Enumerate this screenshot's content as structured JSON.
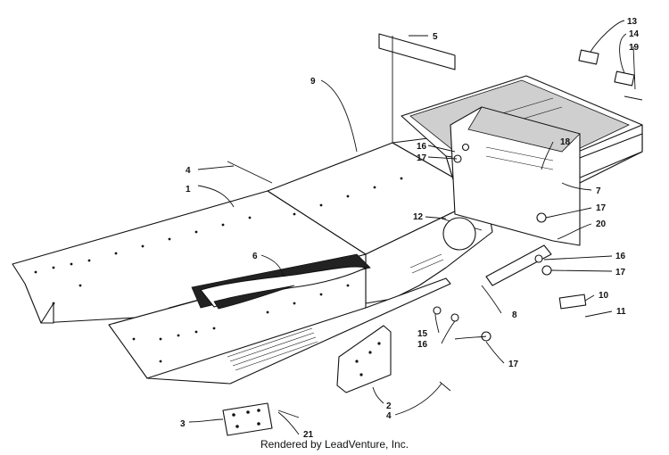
{
  "diagram": {
    "callouts": [
      "1",
      "2",
      "3",
      "4",
      "4",
      "5",
      "6",
      "7",
      "8",
      "9",
      "10",
      "11",
      "12",
      "13",
      "14",
      "15",
      "16",
      "16",
      "16",
      "17",
      "17",
      "17",
      "17",
      "18",
      "19",
      "20",
      "21"
    ]
  },
  "footer": {
    "credit": "Rendered by LeadVenture, Inc."
  }
}
